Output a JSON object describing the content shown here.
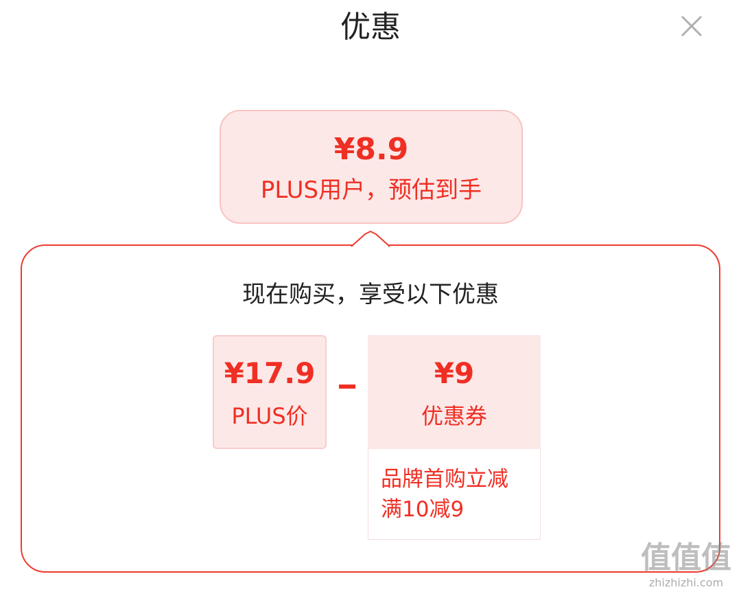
{
  "header": {
    "title": "优惠",
    "close_icon": "close-icon"
  },
  "summary": {
    "price": "¥8.9",
    "label": "PLUS用户，预估到手"
  },
  "panel": {
    "heading": "现在购买，享受以下优惠",
    "plus_price": {
      "price": "¥17.9",
      "label": "PLUS价"
    },
    "operator": "minus-icon",
    "coupon": {
      "price": "¥9",
      "label": "优惠券",
      "detail_line1": "品牌首购立减",
      "detail_line2": "满10减9"
    }
  },
  "watermark": {
    "big": "值值值",
    "small": "zhizhizhi.com"
  },
  "colors": {
    "accent": "#ef2f24",
    "card_bg": "#fde8e8",
    "border": "#ee3a2f"
  }
}
